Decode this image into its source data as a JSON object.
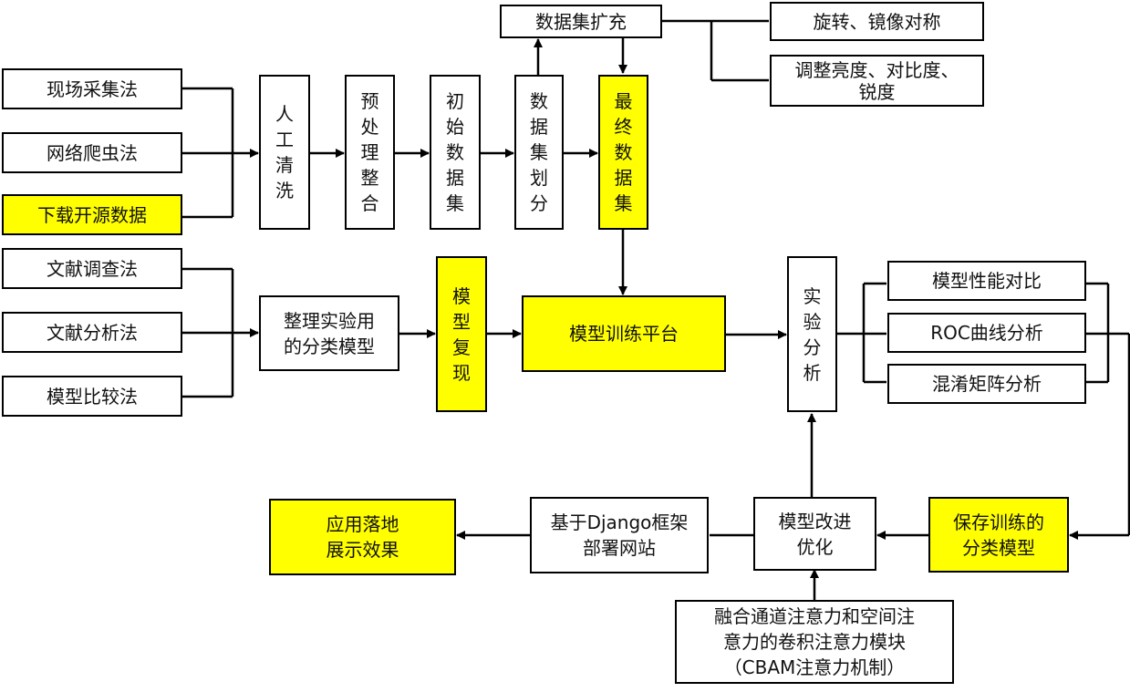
{
  "colors": {
    "highlight": "#ffff00",
    "line": "#000000"
  },
  "sources_row1": [
    "现场采集法",
    "网络爬虫法",
    "下载开源数据"
  ],
  "sources_row2": [
    "文献调查法",
    "文献分析法",
    "模型比较法"
  ],
  "steps": {
    "manual_clean": "人工清洗",
    "preprocess": "预处理整合",
    "initial_dataset": "初始数据集",
    "dataset_split": "数据集划分",
    "final_dataset": "最终数据集"
  },
  "augment": {
    "title": "数据集扩充",
    "options": [
      "旋转、镜像对称",
      "调整亮度、对比度、\n锐度"
    ]
  },
  "models": {
    "organize": "整理实验用\n的分类模型",
    "reproduce": "模型复现",
    "platform": "模型训练平台",
    "analysis": "实验分析"
  },
  "analysis_items": [
    "模型性能对比",
    "ROC曲线分析",
    "混淆矩阵分析"
  ],
  "bottom": {
    "save": "保存训练的\n分类模型",
    "improve": "模型改进\n优化",
    "deploy": "基于Django框架\n部署网站",
    "result": "应用落地\n展示效果",
    "cbam": "融合通道注意力和空间注\n意力的卷积注意力模块\n（CBAM注意力机制）"
  }
}
